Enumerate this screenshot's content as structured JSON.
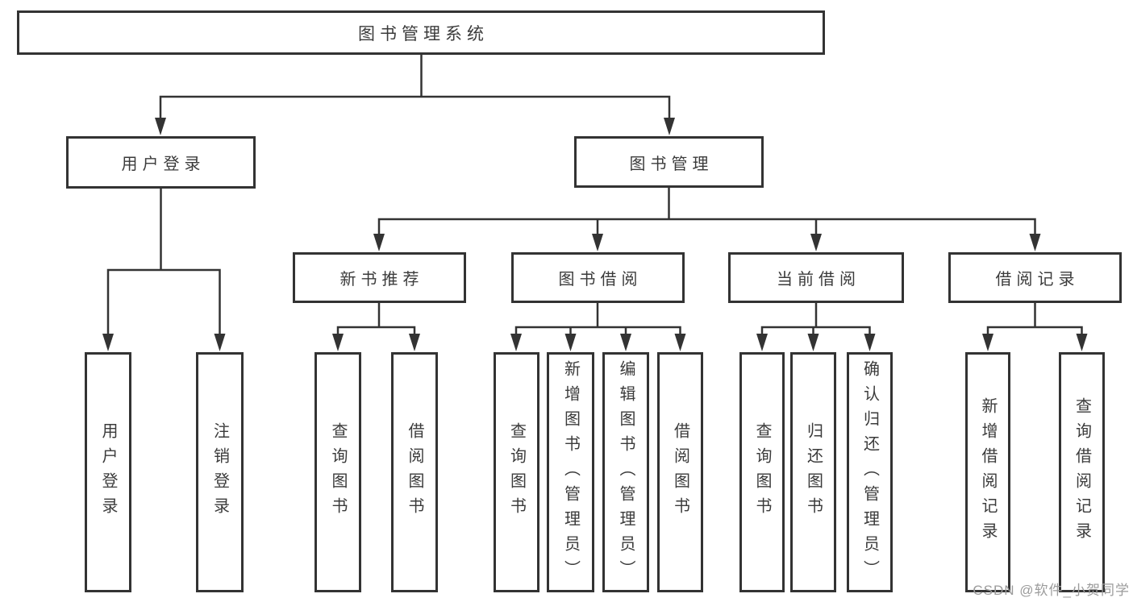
{
  "diagram": {
    "root": {
      "label": "图书管理系统"
    },
    "level2": {
      "user_login": {
        "label": "用户登录"
      },
      "book_management": {
        "label": "图书管理"
      }
    },
    "level3": {
      "new_book_recommend": {
        "label": "新书推荐"
      },
      "book_borrow": {
        "label": "图书借阅"
      },
      "current_borrow": {
        "label": "当前借阅"
      },
      "borrow_records": {
        "label": "借阅记录"
      }
    },
    "leaves": {
      "user_login": "用户登录",
      "logout": "注销登录",
      "rec_query_book": "查询图书",
      "rec_borrow_book": "借阅图书",
      "bb_query_book": "查询图书",
      "bb_add_book": "新增图书（管理员）",
      "bb_edit_book": "编辑图书（管理员）",
      "bb_borrow_book": "借阅图书",
      "cb_query_book": "查询图书",
      "cb_return_book": "归还图书",
      "cb_confirm_return": "确认归还（管理员）",
      "br_add_record": "新增借阅记录",
      "br_query_record": "查询借阅记录"
    }
  },
  "watermark": "CSDN @软件_小贺同学",
  "colors": {
    "line": "#333333",
    "box_border": "#333333",
    "text": "#3b3b3b",
    "background": "#ffffff",
    "watermark": "#9b9b9b"
  }
}
